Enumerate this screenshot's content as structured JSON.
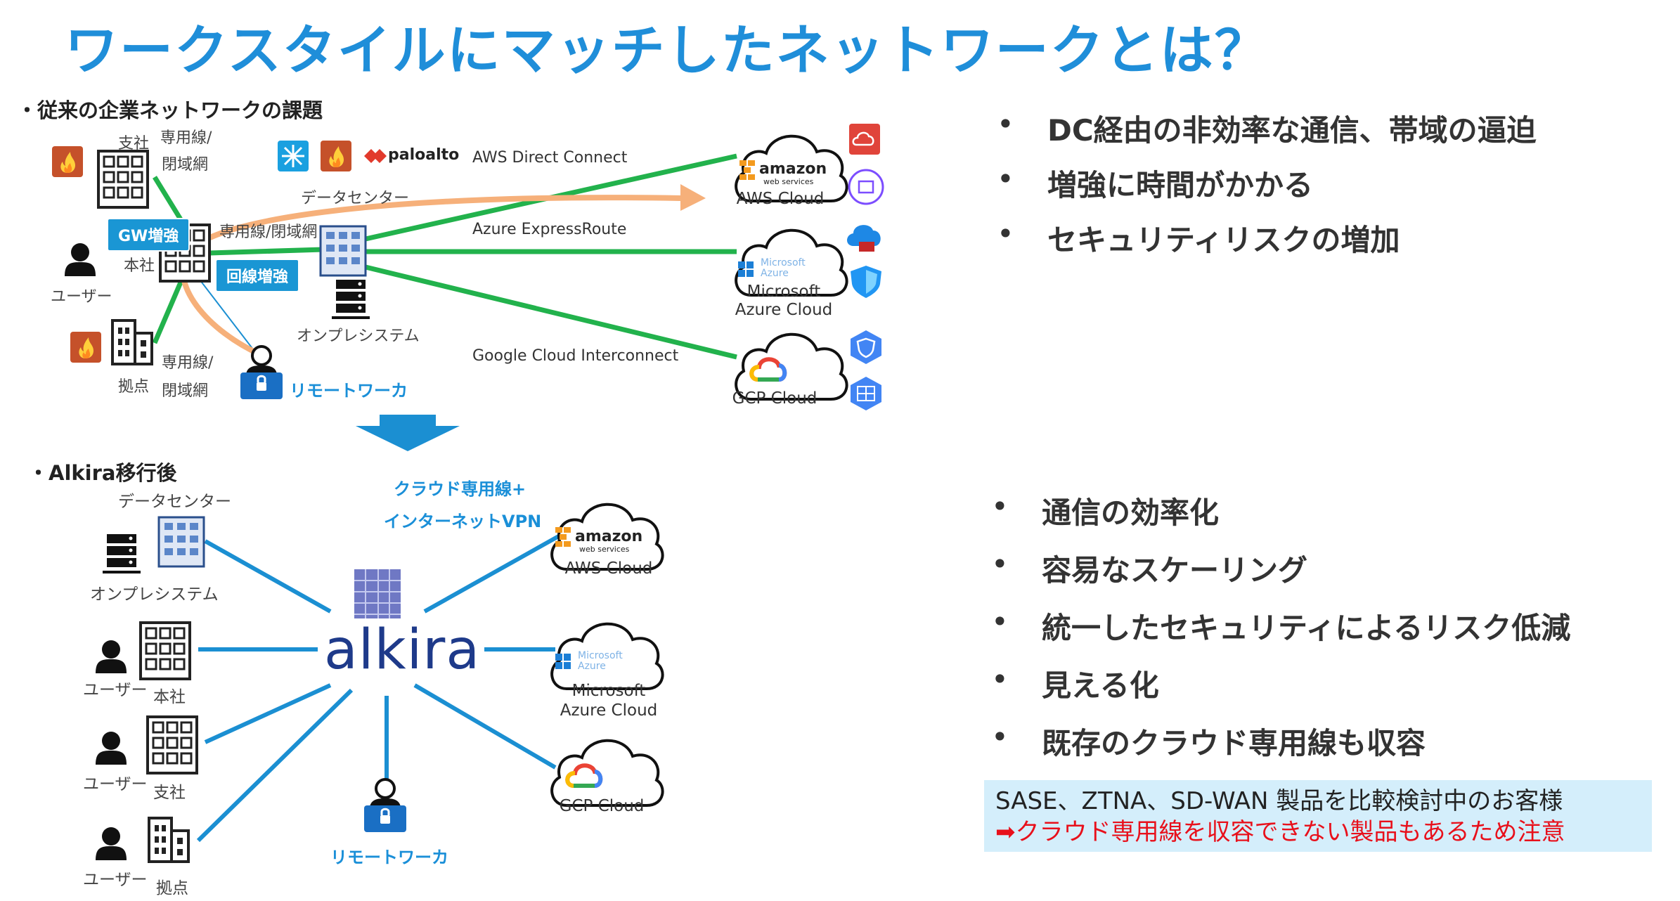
{
  "title": "ワークスタイルにマッチしたネットワークとは？",
  "section_before": "・従来の企業ネットワークの課題",
  "section_after": "・Alkira移行後",
  "before": {
    "branch": "支社",
    "lease1_a": "専用線/",
    "lease1_b": "閉域網",
    "hq": "本社",
    "lease_mid": "専用線/閉域網",
    "user": "ユーザー",
    "lease2_a": "専用線/",
    "lease2_b": "閉域網",
    "base": "拠点",
    "datacenter": "データセンター",
    "onprem": "オンプレシステム",
    "remote": "リモートワーカ",
    "badge_gw": "GW増強",
    "badge_line": "回線増強",
    "paloalto": "paloalto",
    "conn_aws": "AWS Direct Connect",
    "conn_azure": "Azure ExpressRoute",
    "conn_gcp": "Google Cloud Interconnect",
    "aws_cloud": "AWS Cloud",
    "azure_cloud_1": "Microsoft",
    "azure_cloud_2": "Azure Cloud",
    "gcp_cloud": "GCP Cloud"
  },
  "after": {
    "datacenter": "データセンター",
    "onprem": "オンプレシステム",
    "user_hq": "ユーザー",
    "hq": "本社",
    "user_branch": "ユーザー",
    "branch": "支社",
    "user_base": "ユーザー",
    "base": "拠点",
    "remote": "リモートワーカ",
    "alkira": "alkira",
    "cloud_line_1": "クラウド専用線+",
    "cloud_line_2": "インターネットVPN",
    "aws_cloud": "AWS Cloud",
    "azure_cloud_1": "Microsoft",
    "azure_cloud_2": "Azure Cloud",
    "gcp_cloud": "GCP Cloud"
  },
  "logos": {
    "amazon": "amazon",
    "webservices": "web services",
    "ms_azure_1": "Microsoft",
    "ms_azure_2": "Azure"
  },
  "issues": [
    "DC経由の非効率な通信、帯域の逼迫",
    "増強に時間がかかる",
    "セキュリティリスクの増加"
  ],
  "benefits": [
    "通信の効率化",
    "容易なスケーリング",
    "統一したセキュリティによるリスク低減",
    "見える化",
    "既存のクラウド専用線も収容"
  ],
  "note": {
    "line1": "SASE、ZTNA、SD-WAN 製品を比較検討中のお客様",
    "line2": "➡クラウド専用線を収容できない製品もあるため注意"
  },
  "colors": {
    "title": "#1f8ed9",
    "green_line": "#22b24c",
    "blue_line": "#1b8fd2",
    "orange_arrow": "#f6b07a",
    "badge": "#1a96d4",
    "note_bg": "#d4eefb",
    "note_warn": "#e8101b"
  }
}
